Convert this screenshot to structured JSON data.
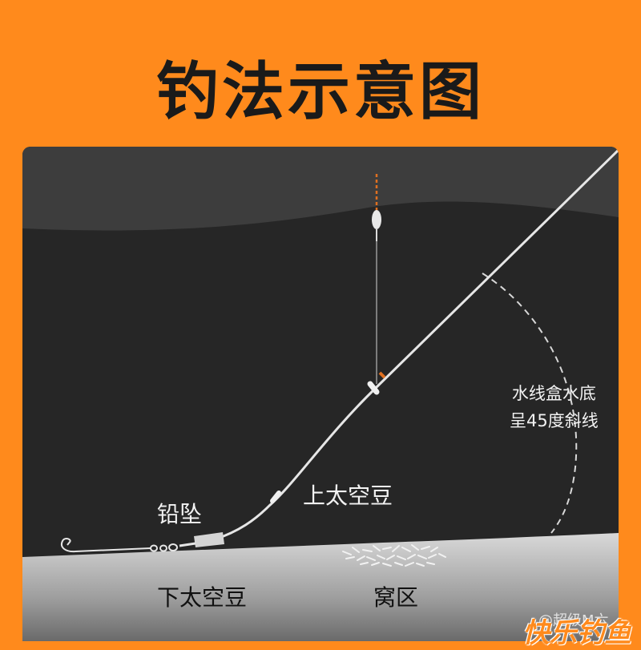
{
  "title": "钓法示意图",
  "labels": {
    "sinker": "铅坠",
    "upper_bean": "上太空豆",
    "lower_bean": "下太空豆",
    "nest": "窝区",
    "note_line1": "水线盒水底",
    "note_line2": "呈45度斜线"
  },
  "watermark": {
    "handle": "@超级M六",
    "brand": "快乐钓鱼"
  },
  "colors": {
    "background": "#ff8a1c",
    "panel": "#262626",
    "water_surface": "#3c3c3c",
    "bottom": "#bdbdbd",
    "line": "#e8e8e8"
  }
}
